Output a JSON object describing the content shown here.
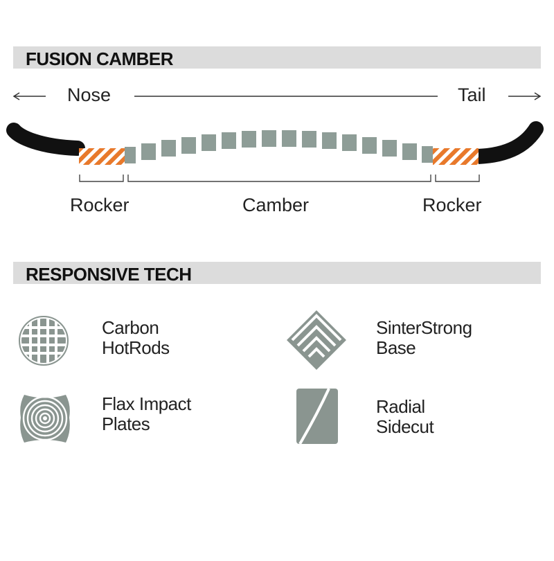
{
  "camber_section": {
    "title": "FUSION CAMBER",
    "nose_label": "Nose",
    "tail_label": "Tail",
    "zones": [
      "Rocker",
      "Camber",
      "Rocker"
    ]
  },
  "tech_section": {
    "title": "RESPONSIVE TECH",
    "items": [
      {
        "line1": "Carbon",
        "line2": "HotRods",
        "icon": "carbon-grid-icon"
      },
      {
        "line1": "SinterStrong",
        "line2": "Base",
        "icon": "nested-diamond-icon"
      },
      {
        "line1": "Flax Impact",
        "line2": "Plates",
        "icon": "concentric-rings-icon"
      },
      {
        "line1": "Radial",
        "line2": "Sidecut",
        "icon": "sidecut-card-icon"
      }
    ]
  },
  "colors": {
    "black": "#111111",
    "orange": "#e8792b",
    "camber_gray": "#8e9d97",
    "icon_gray": "#8a9590",
    "bar_gray": "#dcdcdc"
  }
}
